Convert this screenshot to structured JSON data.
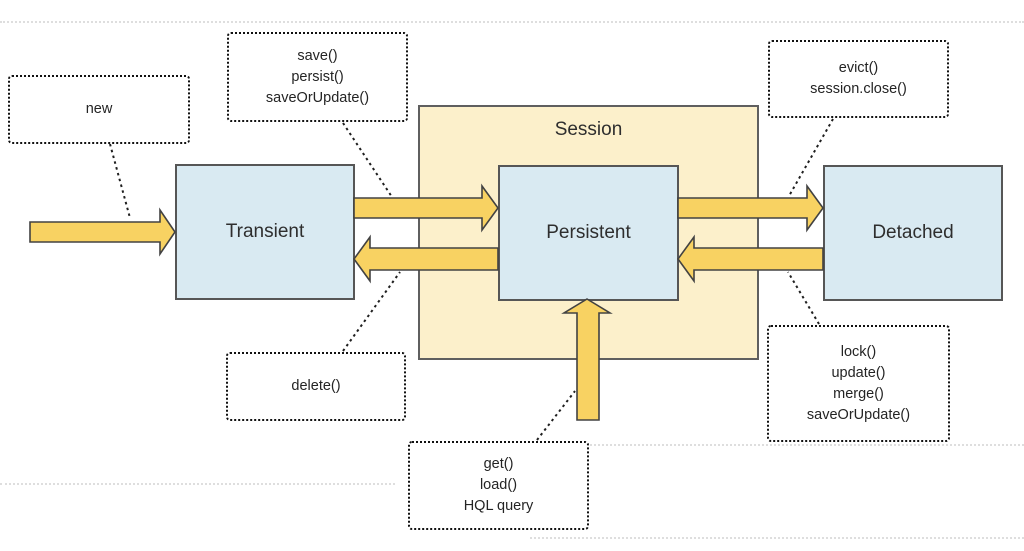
{
  "colors": {
    "session_fill": "#FCF0CB",
    "session_stroke": "#5f5f5f",
    "state_fill": "#D9EAF2",
    "state_stroke": "#565656",
    "arrow_fill": "#F8D262",
    "arrow_stroke": "#424242",
    "text": "#2e2e2e",
    "faint_line": "#c9c9c9"
  },
  "session": {
    "label": "Session"
  },
  "states": {
    "transient": {
      "label": "Transient"
    },
    "persistent": {
      "label": "Persistent"
    },
    "detached": {
      "label": "Detached"
    }
  },
  "method_boxes": {
    "new": {
      "lines": [
        "new"
      ]
    },
    "save": {
      "lines": [
        "save()",
        "persist()",
        "saveOrUpdate()"
      ]
    },
    "evict": {
      "lines": [
        "evict()",
        "session.close()"
      ]
    },
    "delete": {
      "lines": [
        "delete()"
      ]
    },
    "get": {
      "lines": [
        "get()",
        "load()",
        "HQL query"
      ]
    },
    "lock": {
      "lines": [
        "lock()",
        "update()",
        "merge()",
        "saveOrUpdate()"
      ]
    }
  },
  "transitions": [
    {
      "from": "(start)",
      "to": "transient",
      "methods_box": "new",
      "direction": "right"
    },
    {
      "from": "transient",
      "to": "persistent",
      "methods_box": "save",
      "direction": "right"
    },
    {
      "from": "persistent",
      "to": "transient",
      "methods_box": "delete",
      "direction": "left"
    },
    {
      "from": "persistent",
      "to": "detached",
      "methods_box": "evict",
      "direction": "right"
    },
    {
      "from": "detached",
      "to": "persistent",
      "methods_box": "lock",
      "direction": "left"
    },
    {
      "from": "(database)",
      "to": "persistent",
      "methods_box": "get",
      "direction": "up"
    }
  ]
}
